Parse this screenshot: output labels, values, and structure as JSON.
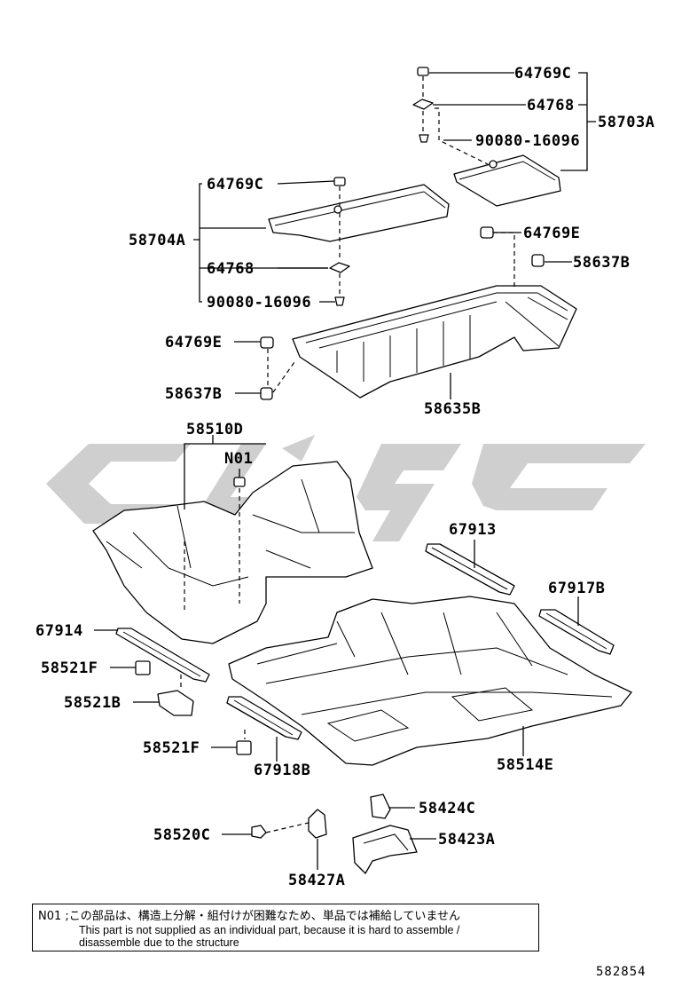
{
  "labels": {
    "l_64769c_top": "64769C",
    "l_64768_top": "64768",
    "l_90080_top": "90080-16096",
    "l_58703a": "58703A",
    "l_64769c_mid": "64769C",
    "l_58704a": "58704A",
    "l_64768_mid": "64768",
    "l_90080_mid": "90080-16096",
    "l_64769e_right": "64769E",
    "l_58637b_right": "58637B",
    "l_64769e_left": "64769E",
    "l_58637b_left": "58637B",
    "l_58635b": "58635B",
    "l_58510d": "58510D",
    "l_n01": "N01",
    "l_67913": "67913",
    "l_67917b": "67917B",
    "l_67914": "67914",
    "l_58521f_a": "58521F",
    "l_58521b": "58521B",
    "l_58521f_b": "58521F",
    "l_67918b": "67918B",
    "l_58514e": "58514E",
    "l_58424c": "58424C",
    "l_58520c": "58520C",
    "l_58423a": "58423A",
    "l_58427a": "58427A"
  },
  "note": {
    "jp": "N01 ;この部品は、構造上分解・組付けが困難なため、単品では補給していません",
    "en1": "This part is not supplied as an individual part, because it is hard to assemble /",
    "en2": "disassemble due to the structure"
  },
  "ref_number": "582854"
}
